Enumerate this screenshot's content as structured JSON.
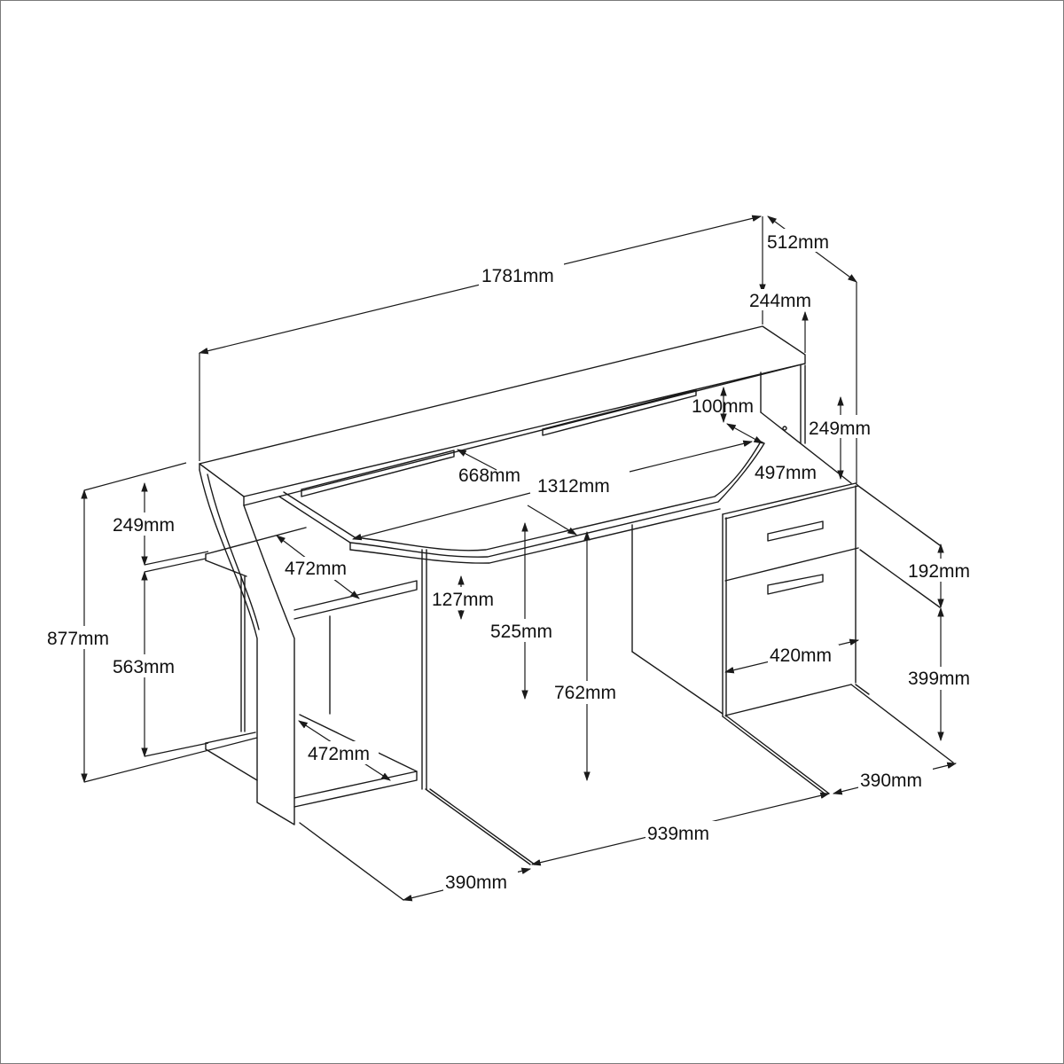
{
  "diagram": {
    "subject": "Computer desk with hutch shelf, pull-out keyboard tray, open side shelves and two-drawer pedestal",
    "unit": "mm",
    "colors": {
      "line": "#1a1a1a",
      "background": "#ffffff",
      "frame": "#7a7a7a"
    },
    "dimensions": {
      "overall_width": "1781mm",
      "overall_depth": "512mm",
      "hutch_depth": "244mm",
      "hutch_height_right": "249mm",
      "hutch_gap": "100mm",
      "tray_depth_right": "497mm",
      "tray_depth": "668mm",
      "tray_width": "1312mm",
      "hutch_height_left": "249mm",
      "shelf_depth_upper": "472mm",
      "tray_height": "127mm",
      "overall_height": "877mm",
      "shelf_height": "563mm",
      "tray_clearance": "525mm",
      "desk_height": "762mm",
      "drawer_top_height": "192mm",
      "drawer_width": "420mm",
      "drawer_bottom_height": "399mm",
      "shelf_depth_lower": "472mm",
      "pedestal_depth": "390mm",
      "knee_space_width": "939mm",
      "left_depth": "390mm"
    }
  }
}
